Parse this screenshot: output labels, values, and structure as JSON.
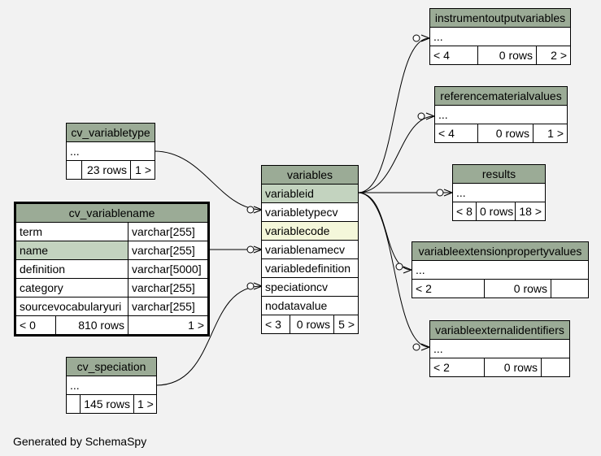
{
  "footer": "Generated by SchemaSpy",
  "tables": {
    "instrumentoutputvariables": {
      "name": "instrumentoutputvariables",
      "row": "...",
      "stats": [
        "< 4",
        "0 rows",
        "2 >"
      ]
    },
    "referencematerialvalues": {
      "name": "referencematerialvalues",
      "row": "...",
      "stats": [
        "< 4",
        "0 rows",
        "1 >"
      ]
    },
    "cv_variabletype": {
      "name": "cv_variabletype",
      "row": "...",
      "stats": [
        "",
        "23 rows",
        "1 >"
      ]
    },
    "variables": {
      "name": "variables",
      "columns": [
        "variableid",
        "variabletypecv",
        "variablecode",
        "variablenamecv",
        "variabledefinition",
        "speciationcv",
        "nodatavalue"
      ],
      "stats": [
        "< 3",
        "0 rows",
        "5 >"
      ]
    },
    "results": {
      "name": "results",
      "row": "...",
      "stats": [
        "< 8",
        "0 rows",
        "18 >"
      ]
    },
    "cv_variablename": {
      "name": "cv_variablename",
      "columns": [
        {
          "name": "term",
          "type": "varchar[255]"
        },
        {
          "name": "name",
          "type": "varchar[255]"
        },
        {
          "name": "definition",
          "type": "varchar[5000]"
        },
        {
          "name": "category",
          "type": "varchar[255]"
        },
        {
          "name": "sourcevocabularyuri",
          "type": "varchar[255]"
        }
      ],
      "stats": [
        "< 0",
        "810 rows",
        "1 >"
      ]
    },
    "variableextensionpropertyvalues": {
      "name": "variableextensionpropertyvalues",
      "row": "...",
      "stats": [
        "< 2",
        "0 rows",
        ""
      ]
    },
    "variableexternalidentifiers": {
      "name": "variableexternalidentifiers",
      "row": "...",
      "stats": [
        "< 2",
        "0 rows",
        ""
      ]
    },
    "cv_speciation": {
      "name": "cv_speciation",
      "row": "...",
      "stats": [
        "",
        "145 rows",
        "1 >"
      ]
    }
  }
}
